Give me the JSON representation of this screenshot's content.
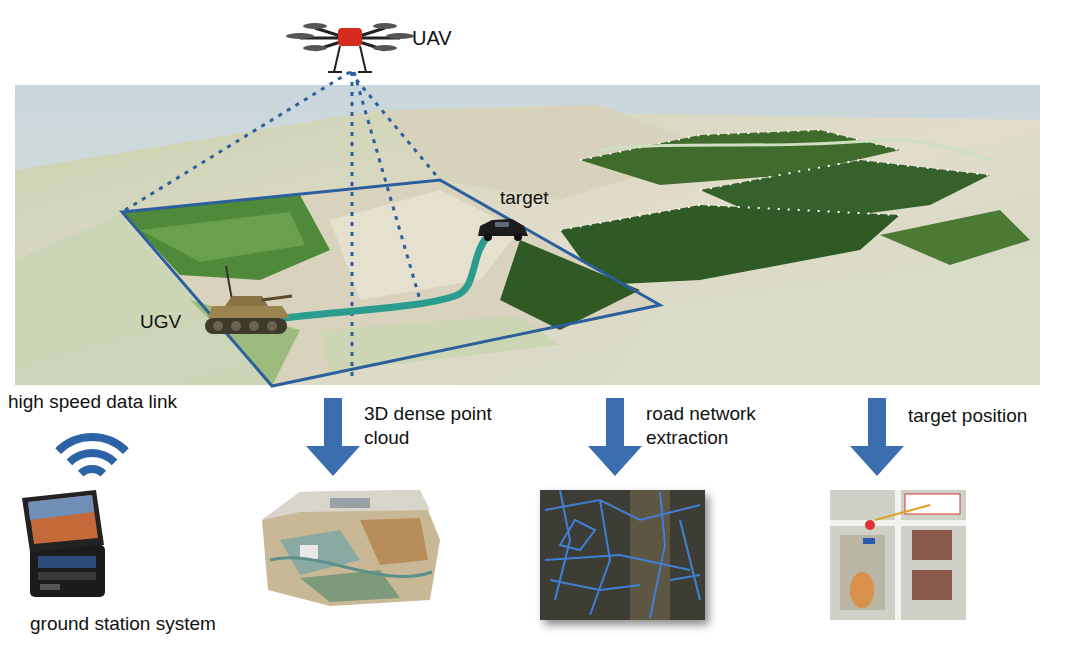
{
  "diagram": {
    "labels": [
      "UAV",
      "target",
      "UGV",
      "high speed data link",
      "3D dense point cloud",
      "road network extraction",
      "target position",
      "ground station system"
    ]
  }
}
